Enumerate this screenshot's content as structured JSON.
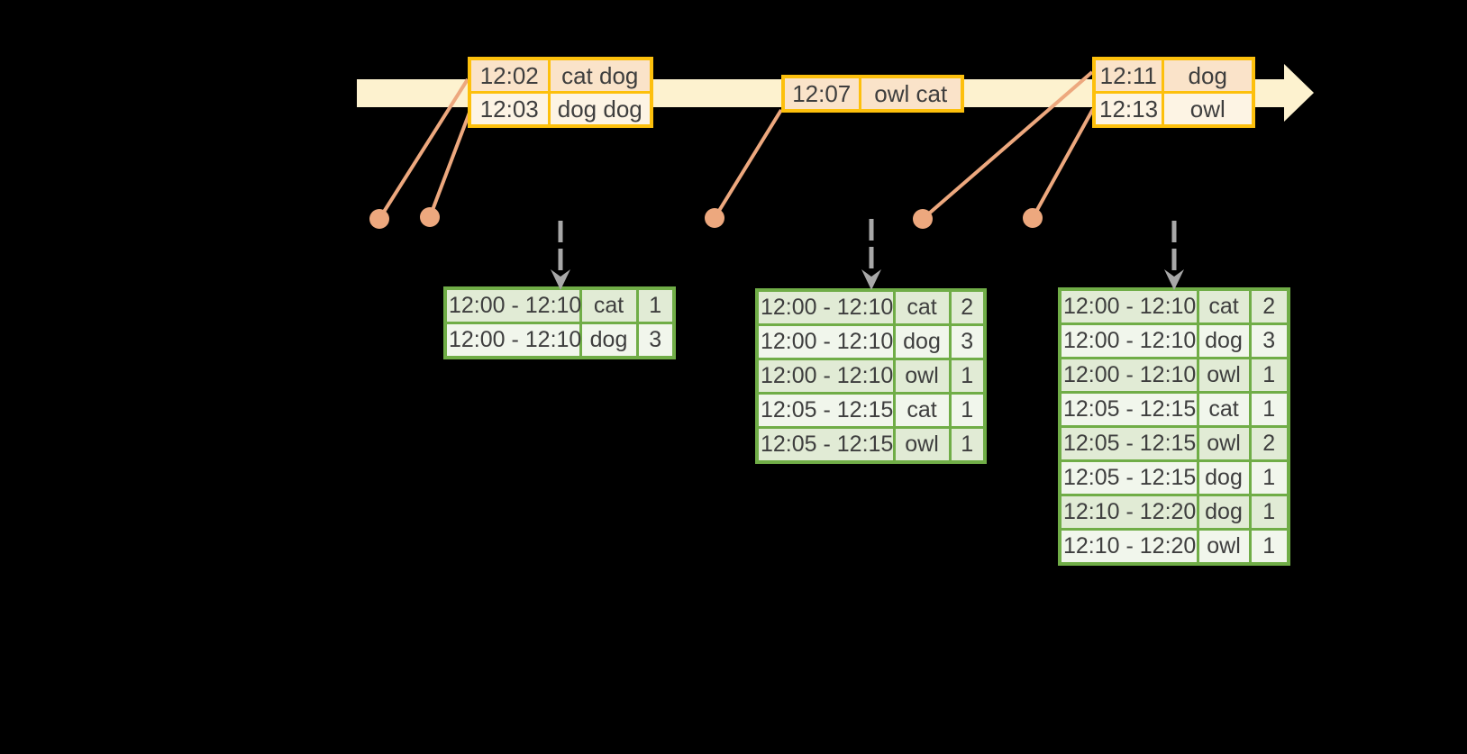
{
  "colors": {
    "background": "#000000",
    "timeline_band": "#FDF2CF",
    "event_border": "#FDC00C",
    "event_row_peach": "#FAE3C9",
    "event_row_cream": "#FDF4E4",
    "connector": "#EDA87E",
    "dashed_arrow": "#A8A8A8",
    "result_border": "#70AD47",
    "result_row_dark": "#E1EBD5",
    "result_row_light": "#F1F6EC",
    "text": "#3E3E3E"
  },
  "timeline": {
    "event_boxes": [
      {
        "rows": [
          {
            "time": "12:02",
            "words": "cat dog"
          },
          {
            "time": "12:03",
            "words": "dog dog"
          }
        ]
      },
      {
        "rows": [
          {
            "time": "12:07",
            "words": "owl cat"
          }
        ]
      },
      {
        "rows": [
          {
            "time": "12:11",
            "words": "dog"
          },
          {
            "time": "12:13",
            "words": "owl"
          }
        ]
      }
    ]
  },
  "result_tables": [
    {
      "rows": [
        {
          "window": "12:00 - 12:10",
          "word": "cat",
          "count": "1"
        },
        {
          "window": "12:00 - 12:10",
          "word": "dog",
          "count": "3"
        }
      ]
    },
    {
      "rows": [
        {
          "window": "12:00 - 12:10",
          "word": "cat",
          "count": "2"
        },
        {
          "window": "12:00 - 12:10",
          "word": "dog",
          "count": "3"
        },
        {
          "window": "12:00 - 12:10",
          "word": "owl",
          "count": "1"
        },
        {
          "window": "12:05 - 12:15",
          "word": "cat",
          "count": "1"
        },
        {
          "window": "12:05 - 12:15",
          "word": "owl",
          "count": "1"
        }
      ]
    },
    {
      "rows": [
        {
          "window": "12:00 - 12:10",
          "word": "cat",
          "count": "2"
        },
        {
          "window": "12:00 - 12:10",
          "word": "dog",
          "count": "3"
        },
        {
          "window": "12:00 - 12:10",
          "word": "owl",
          "count": "1"
        },
        {
          "window": "12:05 - 12:15",
          "word": "cat",
          "count": "1"
        },
        {
          "window": "12:05 - 12:15",
          "word": "owl",
          "count": "2"
        },
        {
          "window": "12:05 - 12:15",
          "word": "dog",
          "count": "1"
        },
        {
          "window": "12:10 - 12:20",
          "word": "dog",
          "count": "1"
        },
        {
          "window": "12:10 - 12:20",
          "word": "owl",
          "count": "1"
        }
      ]
    }
  ]
}
